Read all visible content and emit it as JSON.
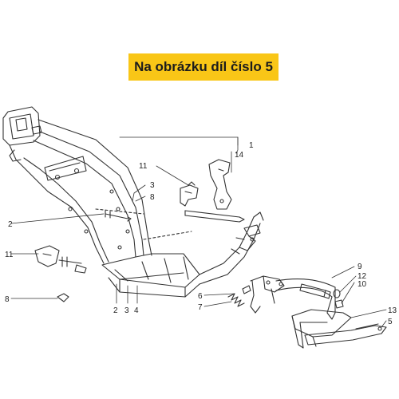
{
  "banner": {
    "text": "Na obrázku díl číslo 5"
  },
  "colors": {
    "banner_bg": "#f9c617",
    "line": "#333333"
  },
  "callouts": {
    "c1": "1",
    "c14": "14",
    "c11_top": "11",
    "c3_top": "3",
    "c8_top": "8",
    "c2_left": "2",
    "c11_left": "11",
    "c8_left": "8",
    "c2_bottom": "2",
    "c3_bottom": "3",
    "c4_bottom": "4",
    "c6": "6",
    "c7": "7",
    "c9": "9",
    "c12": "12",
    "c10": "10",
    "c13": "13",
    "c5": "5"
  }
}
